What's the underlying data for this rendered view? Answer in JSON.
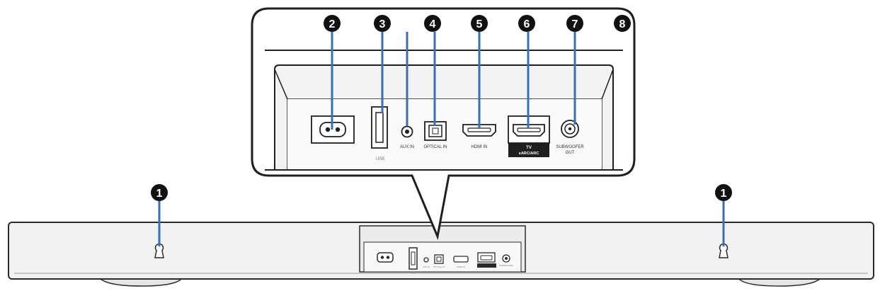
{
  "callouts": {
    "c1": "1",
    "c2": "2",
    "c3": "3",
    "c4": "4",
    "c5": "5",
    "c6": "6",
    "c7": "7",
    "c8": "8"
  },
  "ports": {
    "usb": "USB",
    "aux_in": "AUX IN",
    "optical_in": "OPTICAL IN",
    "hdmi_in": "HDMI IN",
    "tv_line1": "TV",
    "tv_line2": "eARC/ARC",
    "subwoofer_line1": "SUBWOOFER",
    "subwoofer_line2": "OUT"
  },
  "colors": {
    "leader": "#3a6fb5",
    "outline": "#2a2a2a",
    "panel_fill": "#f3f3f3",
    "badge": "#111111",
    "badge_text": "#ffffff"
  }
}
